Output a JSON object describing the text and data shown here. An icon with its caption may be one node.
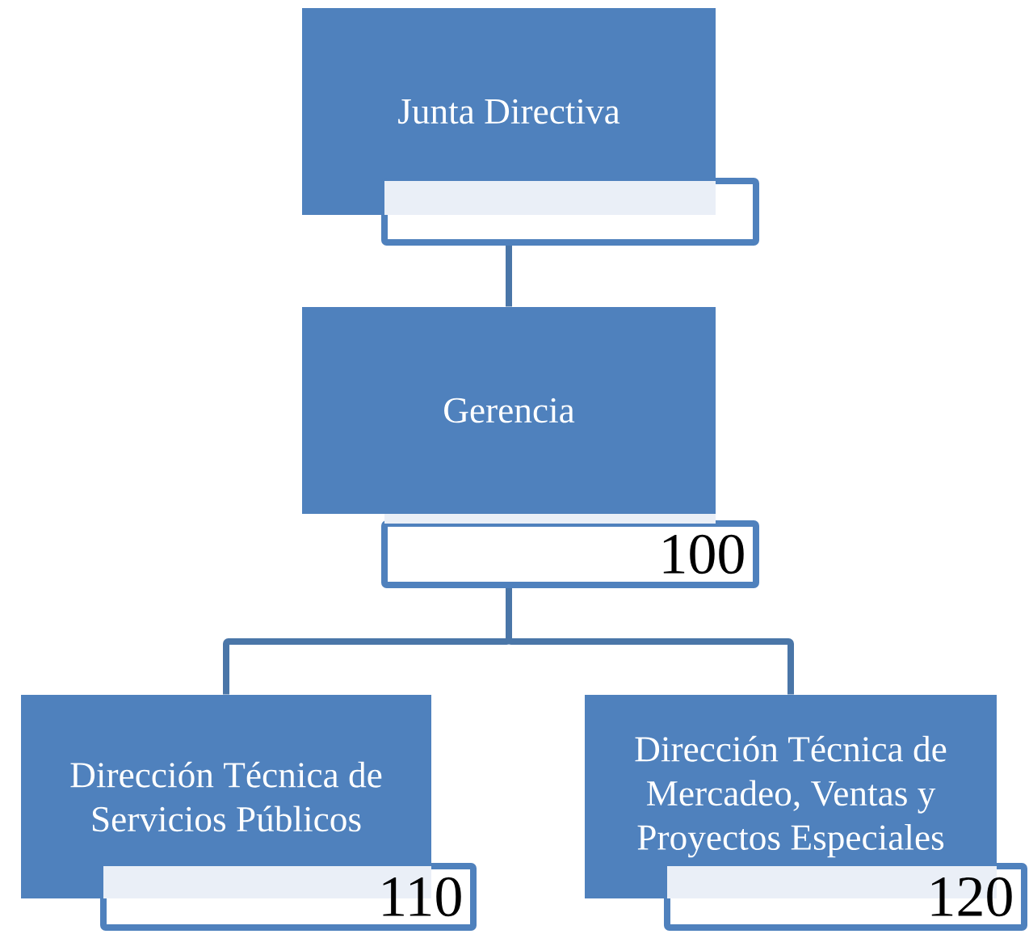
{
  "diagram": {
    "nodes": [
      {
        "text": [
          "Junta Directiva"
        ]
      },
      {
        "text": [
          "Gerencia",
          "100"
        ]
      },
      {
        "text": [
          "Dirección Técnica de Servicios Públicos",
          "110"
        ]
      },
      {
        "text": [
          "Dirección Técnica de Mercadeo, Ventas y Proyectos Especiales",
          "120"
        ]
      }
    ],
    "edges": [
      {
        "from": 0,
        "to": 1,
        "arrow": "none"
      },
      {
        "from": 1,
        "to": 2,
        "arrow": "none"
      },
      {
        "from": 1,
        "to": 3,
        "arrow": "none"
      }
    ]
  }
}
